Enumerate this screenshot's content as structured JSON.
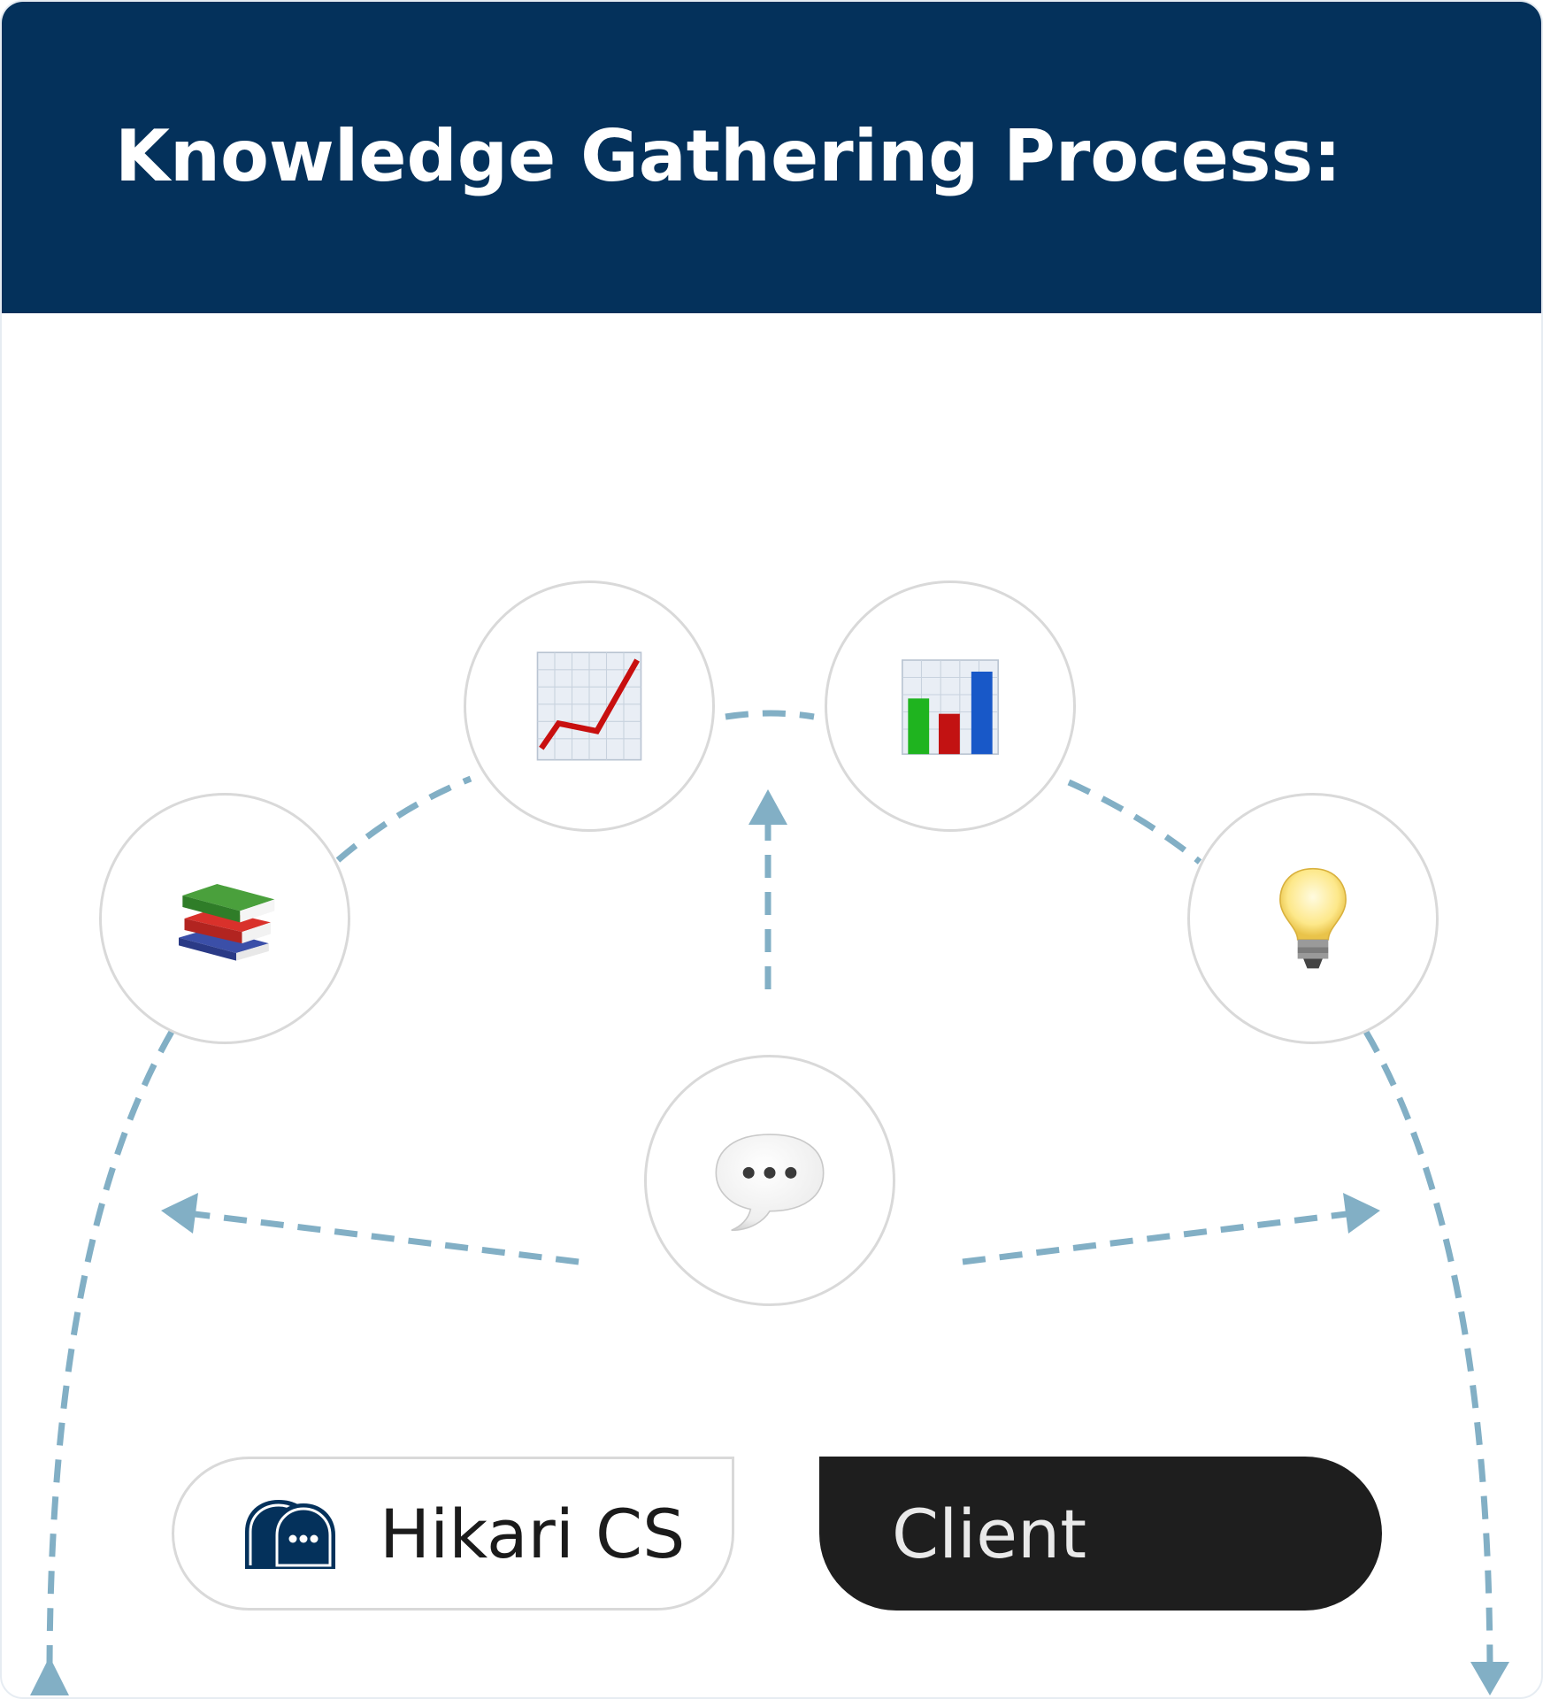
{
  "header": {
    "title": "Knowledge Gathering Process:"
  },
  "nodes": [
    {
      "id": "books",
      "icon": "books-icon"
    },
    {
      "id": "trend",
      "icon": "chart-increasing-icon"
    },
    {
      "id": "bars",
      "icon": "bar-chart-icon"
    },
    {
      "id": "idea",
      "icon": "light-bulb-icon"
    },
    {
      "id": "speech",
      "icon": "speech-balloon-icon"
    }
  ],
  "pills": {
    "hikari": {
      "label": "Hikari CS",
      "icon": "hikari-chat-logo-icon"
    },
    "client": {
      "label": "Client"
    }
  },
  "colors": {
    "header_bg": "#04315b",
    "connector": "#82afc5",
    "node_border": "#d9d9d9",
    "client_bg": "#1e1e1e"
  }
}
